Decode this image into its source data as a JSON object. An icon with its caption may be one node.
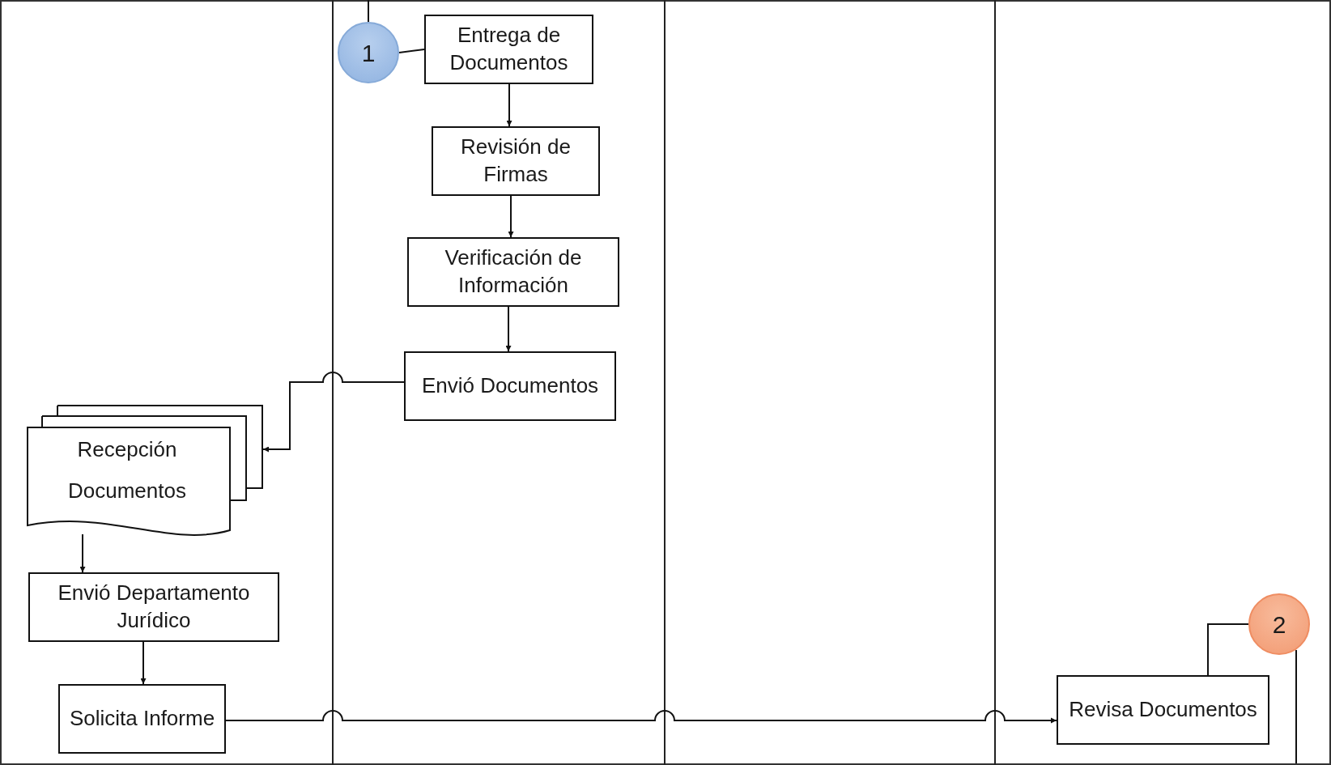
{
  "diagram": {
    "nodes": [
      {
        "text": [
          "1"
        ]
      },
      {
        "text": [
          "Entrega de Documentos"
        ]
      },
      {
        "text": [
          "Revisión de Firmas"
        ]
      },
      {
        "text": [
          "Verificación de Información"
        ]
      },
      {
        "text": [
          "Envió Documentos"
        ]
      },
      {
        "text": [
          "Recepción Documentos"
        ]
      },
      {
        "text": [
          "Envió Departamento Jurídico"
        ]
      },
      {
        "text": [
          "Solicita Informe"
        ]
      },
      {
        "text": [
          "Revisa Documentos"
        ]
      },
      {
        "text": [
          "2"
        ]
      }
    ],
    "edges": [
      {
        "from": null,
        "to": 0,
        "arrow": "none"
      },
      {
        "from": 0,
        "to": 1,
        "arrow": "none"
      },
      {
        "from": 1,
        "to": 2,
        "arrow": "to"
      },
      {
        "from": 2,
        "to": 3,
        "arrow": "to"
      },
      {
        "from": 3,
        "to": 4,
        "arrow": "to"
      },
      {
        "from": 4,
        "to": 5,
        "arrow": "to"
      },
      {
        "from": 5,
        "to": 6,
        "arrow": "to"
      },
      {
        "from": 6,
        "to": 7,
        "arrow": "to"
      },
      {
        "from": 7,
        "to": 8,
        "arrow": "to"
      },
      {
        "from": 8,
        "to": 9,
        "arrow": "none"
      },
      {
        "from": 9,
        "to": null,
        "arrow": "none"
      }
    ]
  }
}
